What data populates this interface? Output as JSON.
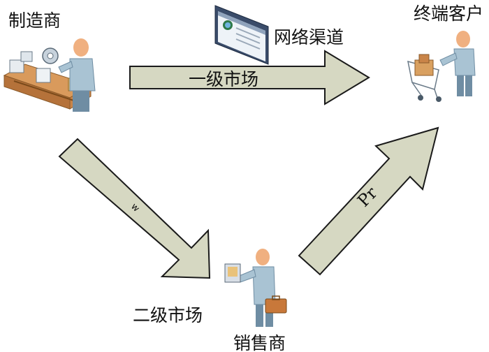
{
  "nodes": {
    "manufacturer": "制造商",
    "end_customer": "终端客户",
    "dealer": "销售商",
    "online_channel": "网络渠道"
  },
  "edges": {
    "primary_market": "一级市场",
    "secondary_market": "二级市场",
    "arrow_w": "w",
    "arrow_pr": "Pr"
  },
  "colors": {
    "arrow_fill": "#d6d8c2",
    "arrow_stroke": "#1a1a1a",
    "person_skin": "#f0b080",
    "person_shirt": "#a9c3d3",
    "person_pants": "#6f8da3"
  }
}
